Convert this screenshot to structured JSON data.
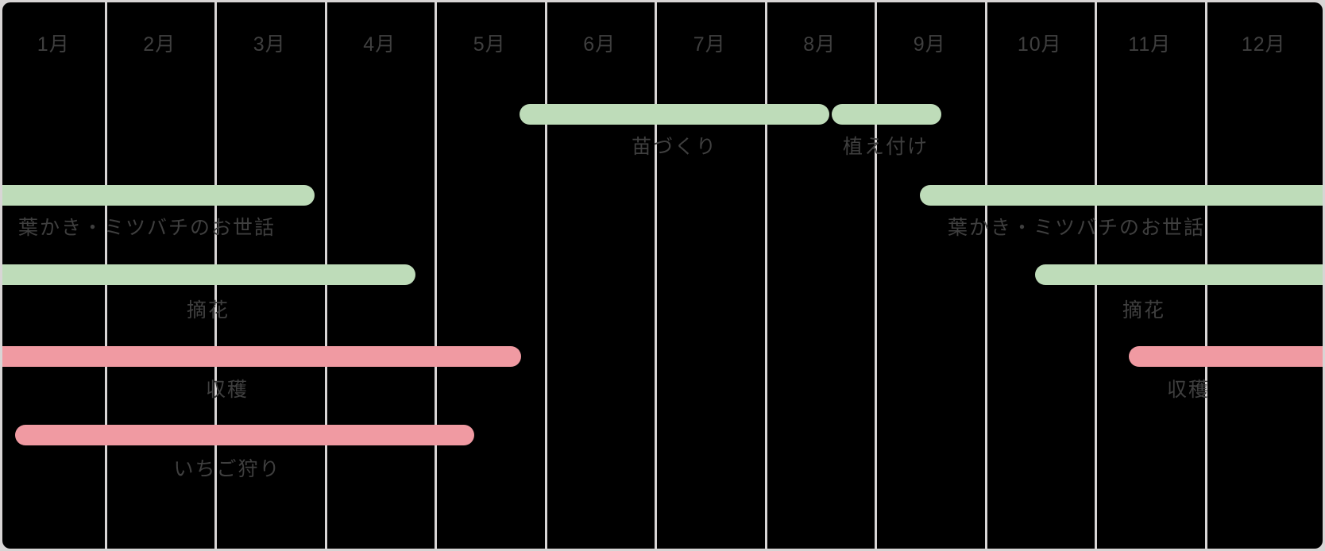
{
  "chart_data": {
    "type": "bar",
    "title": "",
    "subtitle": "",
    "xlabel": "",
    "ylabel": "",
    "orientation": "horizontal",
    "layout": {
      "grid": true,
      "grid_orientation": "vertical",
      "legend": "none",
      "background": "#000000",
      "frame_color": "#d8d5d5"
    },
    "colors": {
      "green": "#bedcb9",
      "pink": "#f09aa2",
      "text": "#3f3f3f",
      "grid": "#d8d5d5",
      "plot_background": "#000000",
      "page_background": "#d8d5d5"
    },
    "categories": [
      "1月",
      "2月",
      "3月",
      "4月",
      "5月",
      "6月",
      "7月",
      "8月",
      "9月",
      "10月",
      "11月",
      "12月"
    ],
    "axis_range_months": [
      1,
      13
    ],
    "tasks": [
      {
        "label": "苗づくり",
        "color": "green",
        "row": 1,
        "start_month": 5.75,
        "end_month": 9.0,
        "label_month": 7.5
      },
      {
        "label": "植え付け",
        "color": "green",
        "row": 1,
        "start_month": 9.05,
        "end_month": 10.05,
        "label_month": 9.5
      },
      {
        "label": "葉かき・ミツバチのお世話",
        "color": "green",
        "row": 2,
        "start_month": 1.0,
        "end_month": 3.85,
        "label_month": 2.35
      },
      {
        "label": "葉かき・ミツバチのお世話",
        "color": "green",
        "row": 2,
        "start_month": 9.4,
        "end_month": 13.0,
        "label_month": 11.5
      },
      {
        "label": "摘花",
        "color": "green",
        "row": 3,
        "start_month": 1.0,
        "end_month": 4.8,
        "label_month": 2.0
      },
      {
        "label": "摘花",
        "color": "green",
        "row": 3,
        "start_month": 10.4,
        "end_month": 13.0,
        "label_month": 11.35
      },
      {
        "label": "収穫",
        "color": "pink",
        "row": 4,
        "start_month": 1.0,
        "end_month": 5.75,
        "label_month": 2.3
      },
      {
        "label": "収穫",
        "color": "pink",
        "row": 4,
        "start_month": 11.25,
        "end_month": 13.0,
        "label_month": 11.75
      },
      {
        "label": "いちご狩り",
        "color": "pink",
        "row": 5,
        "start_month": 1.1,
        "end_month": 5.3,
        "label_month": 2.2
      }
    ]
  },
  "months": [
    {
      "label": "1月"
    },
    {
      "label": "2月"
    },
    {
      "label": "3月"
    },
    {
      "label": "4月"
    },
    {
      "label": "5月"
    },
    {
      "label": "6月"
    },
    {
      "label": "7月"
    },
    {
      "label": "8月"
    },
    {
      "label": "9月"
    },
    {
      "label": "10月"
    },
    {
      "label": "11月"
    },
    {
      "label": "12月"
    }
  ],
  "bar_captions": {
    "nae_zukuri": "苗づくり",
    "uetsuke": "植え付け",
    "hakaki_left": "葉かき・ミツバチのお世話",
    "hakaki_right": "葉かき・ミツバチのお世話",
    "tekika_left": "摘花",
    "tekika_right": "摘花",
    "shukaku_left": "収穫",
    "shukaku_right": "収穫",
    "ichigogari": "いちご狩り"
  }
}
